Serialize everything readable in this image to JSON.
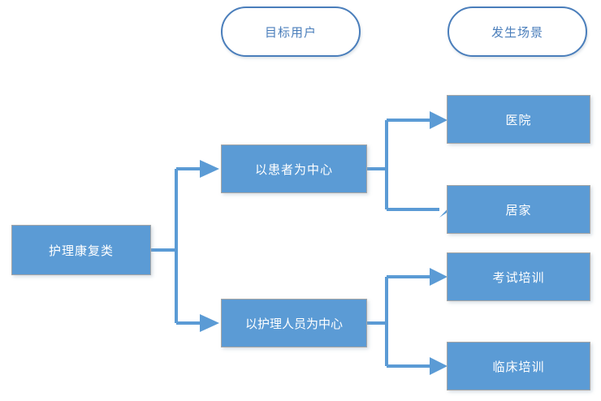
{
  "diagram": {
    "type": "tree-map",
    "background": "#ffffff",
    "accent": "#5b9bd5",
    "border": "#a5a5a5",
    "pill_border": "#4a7ebb",
    "connector_color": "#5b9bd5",
    "headers": [
      {
        "id": "header-target-user",
        "label": "目标用户"
      },
      {
        "id": "header-scene",
        "label": "发生场景"
      }
    ],
    "root": {
      "id": "node-root",
      "label": "护理康复类"
    },
    "level1": [
      {
        "id": "node-patient-centered",
        "label": "以患者为中心"
      },
      {
        "id": "node-nurse-centered",
        "label": "以护理人员为中心"
      }
    ],
    "level2": [
      {
        "id": "node-hospital",
        "label": "医院"
      },
      {
        "id": "node-home",
        "label": "居家"
      },
      {
        "id": "node-exam-training",
        "label": "考试培训"
      },
      {
        "id": "node-clinical-training",
        "label": "临床培训"
      }
    ]
  }
}
